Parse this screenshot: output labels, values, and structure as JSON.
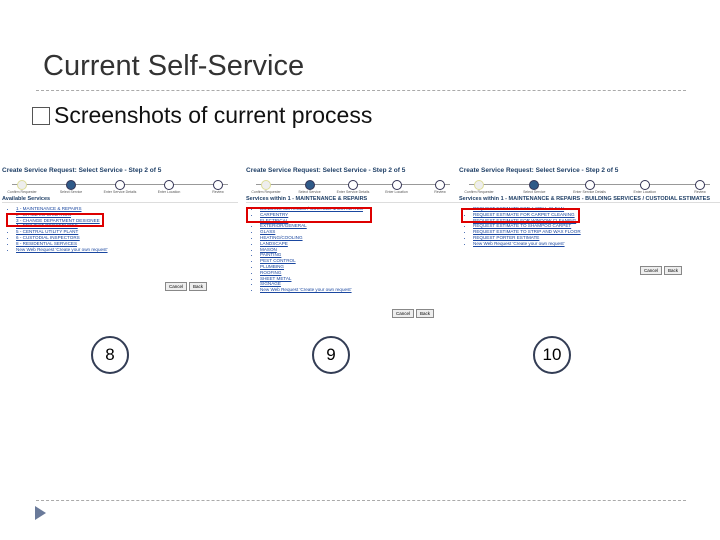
{
  "slide": {
    "title": "Current Self-Service",
    "bullet": "Screenshots of current process"
  },
  "shots": [
    {
      "header": "Create Service Request: Select Service - Step 2 of 5",
      "steps": [
        "Confirm Requester",
        "Select Service",
        "Enter Service Details",
        "Enter Location",
        "Review"
      ],
      "subtitle": "Available Services",
      "items": [
        "1 - MAINTENANCE & REPAIRS",
        "2 - SPACE INFORMATION",
        "3 - CHANGE DEPARTMENT DESIGNEE",
        "4 - PROJECT PROCEDURES",
        "5 - CENTRAL UTILITY PLANT",
        "6 - CUSTODIAL INSPECTORS",
        "8 - RESIDENTIAL SERVICES",
        "New Web Request 'Create your own request'"
      ],
      "buttons": [
        "Cancel",
        "Back"
      ],
      "number": "8"
    },
    {
      "header": "Create Service Request: Select Service - Step 2 of 5",
      "steps": [
        "Confirm Requester",
        "Select Service",
        "Enter Service Details",
        "Enter Location",
        "Review"
      ],
      "subtitle": "Services within 1 - MAINTENANCE & REPAIRS",
      "items": [
        "BUILDING SERVICES / CUSTODIAL ESTIMATES",
        "CARPENTRY",
        "ELECTRICAL",
        "EXTERIOR/GENERAL",
        "GLASS",
        "HEATING/COOLING",
        "LANDSCAPE",
        "MASON",
        "PAINTING",
        "PEST CONTROL",
        "PLUMBING",
        "ROOFING",
        "SHEET METAL",
        "SIGNAGE",
        "New Web Request 'Create your own request'"
      ],
      "buttons": [
        "Cancel",
        "Back"
      ],
      "number": "9"
    },
    {
      "header": "Create Service Request: Select Service - Step 2 of 5",
      "steps": [
        "Confirm Requester",
        "Select Service",
        "Enter Service Details",
        "Enter Location",
        "Review"
      ],
      "subtitle": "Services within 1 - MAINTENANCE & REPAIRS - BUILDING SERVICES / CUSTODIAL ESTIMATES",
      "items": [
        "REQUEST ESTIMATE FOR A SPILL CLEAN",
        "REQUEST ESTIMATE FOR CARPET CLEANING",
        "REQUEST ESTIMATE FOR WINDOW CLEANING",
        "REQUEST ESTIMATE TO SHAMPOO CARPET",
        "REQUEST ESTIMATE TO STRIP AND WAX FLOOR",
        "REQUEST PORTER ESTIMATE",
        "New Web Request 'Create your own request'"
      ],
      "buttons": [
        "Cancel",
        "Back"
      ],
      "number": "10"
    }
  ]
}
